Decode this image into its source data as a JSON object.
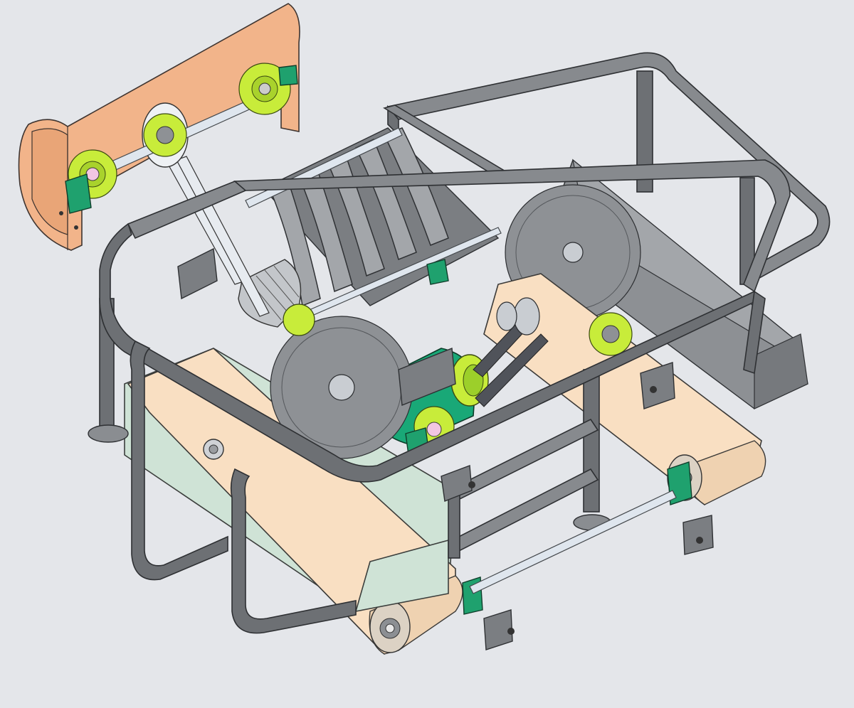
{
  "scene": {
    "background": "#e4e6ea",
    "colors": {
      "frame": "#6d7074",
      "belt": "#f9dfc2",
      "tray": "#cfe3d6",
      "guard": "#f2b48a",
      "sprocket": "#c8ec3a",
      "bearing": "#1fa16e",
      "motor": "#19a877",
      "shaft": "#dfe6ee"
    },
    "components": [
      "frame-tube",
      "conveyor-belt",
      "saw-blade",
      "sprocket",
      "pillow-block-bearing",
      "electric-motor",
      "chain-guard",
      "drive-shaft",
      "v-belt",
      "discharge-chute"
    ]
  }
}
